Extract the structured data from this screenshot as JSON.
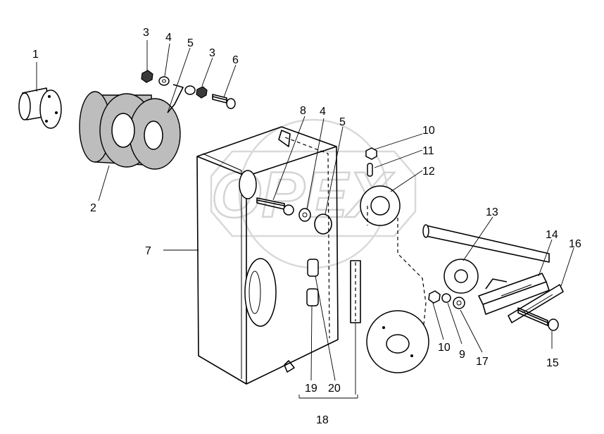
{
  "watermark": {
    "text": "OPEX"
  },
  "callouts": [
    {
      "id": "1",
      "text": "1"
    },
    {
      "id": "2",
      "text": "2"
    },
    {
      "id": "3a",
      "text": "3"
    },
    {
      "id": "3b",
      "text": "3"
    },
    {
      "id": "4a",
      "text": "4"
    },
    {
      "id": "4b",
      "text": "4"
    },
    {
      "id": "5a",
      "text": "5"
    },
    {
      "id": "5b",
      "text": "5"
    },
    {
      "id": "6",
      "text": "6"
    },
    {
      "id": "7",
      "text": "7"
    },
    {
      "id": "8",
      "text": "8"
    },
    {
      "id": "9",
      "text": "9"
    },
    {
      "id": "10a",
      "text": "10"
    },
    {
      "id": "10b",
      "text": "10"
    },
    {
      "id": "11",
      "text": "11"
    },
    {
      "id": "12",
      "text": "12"
    },
    {
      "id": "13",
      "text": "13"
    },
    {
      "id": "14",
      "text": "14"
    },
    {
      "id": "15",
      "text": "15"
    },
    {
      "id": "16",
      "text": "16"
    },
    {
      "id": "17",
      "text": "17"
    },
    {
      "id": "18",
      "text": "18"
    },
    {
      "id": "19",
      "text": "19"
    },
    {
      "id": "20",
      "text": "20"
    }
  ]
}
